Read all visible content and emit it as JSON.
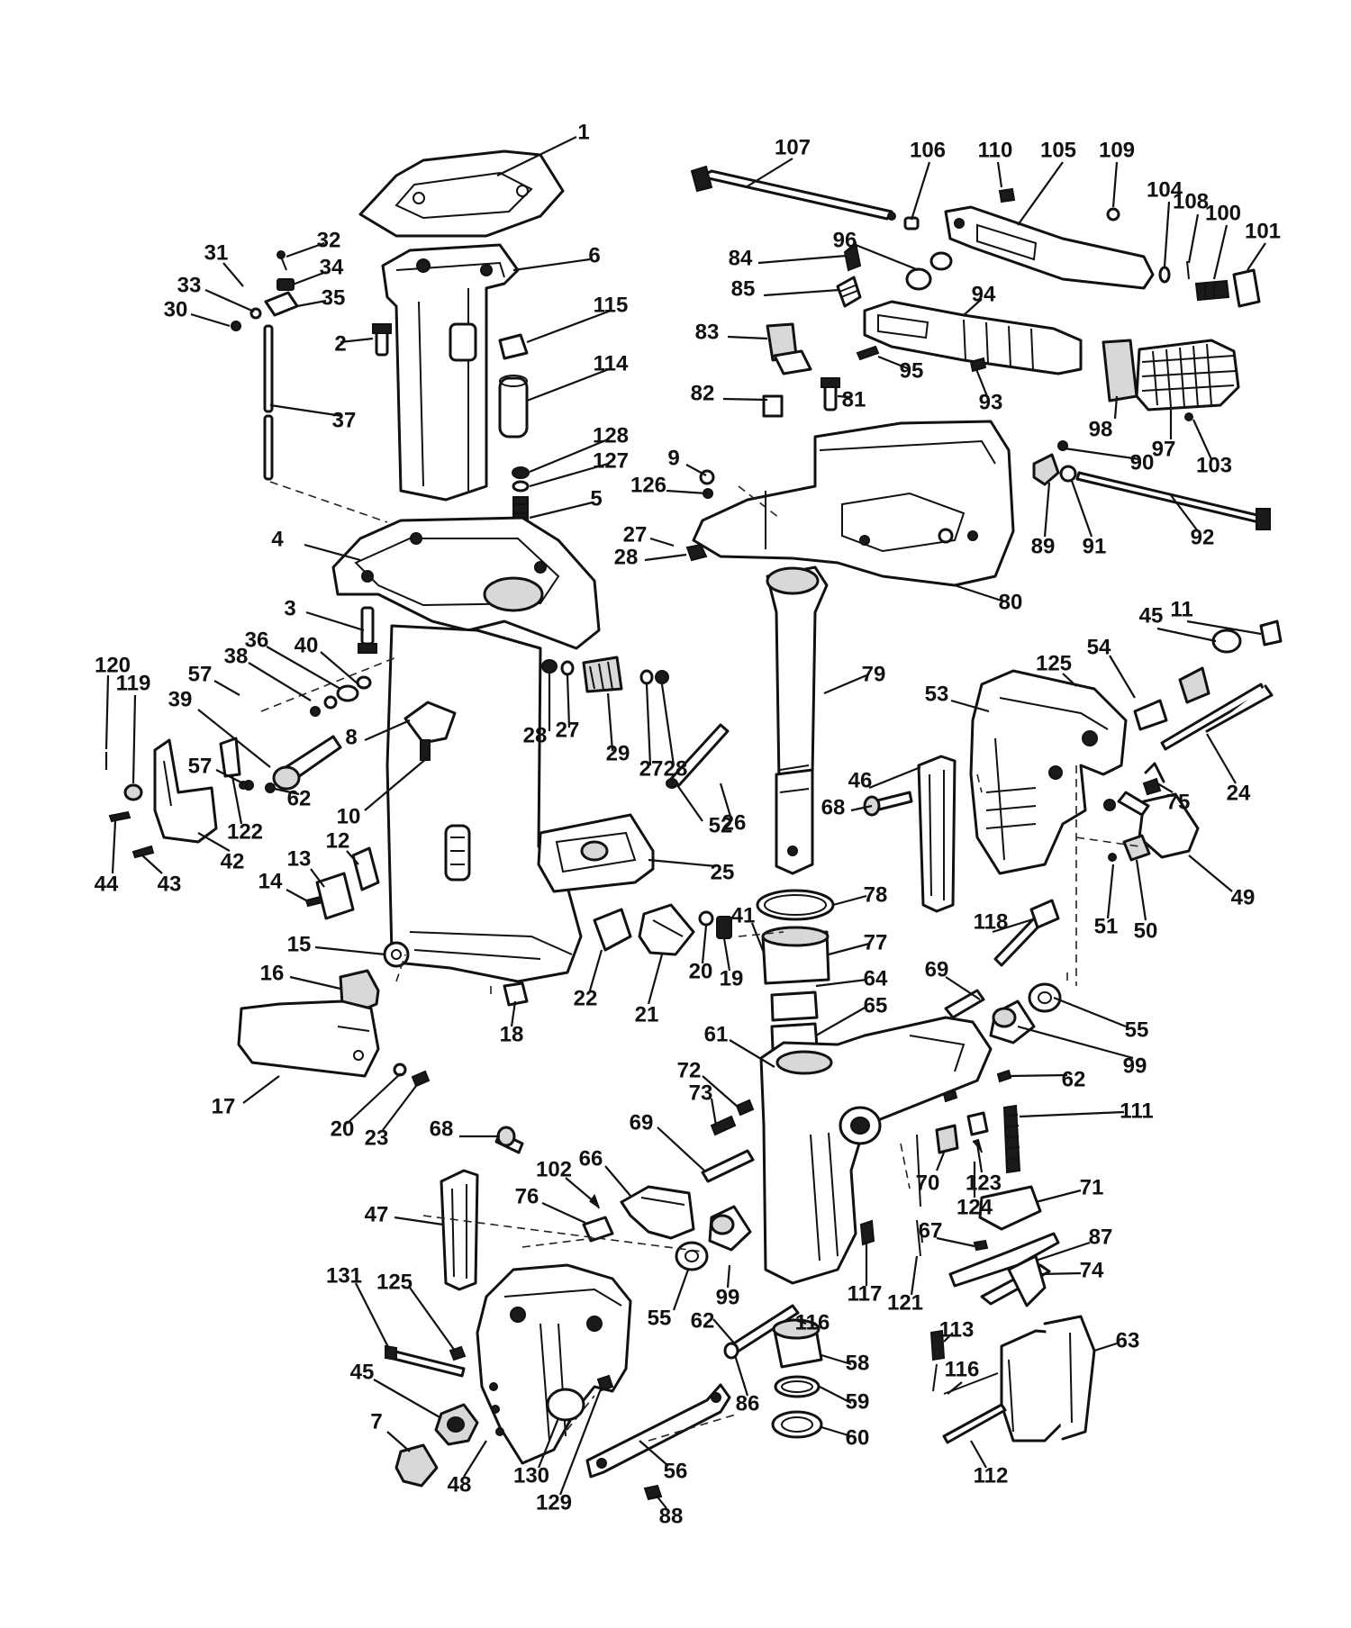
{
  "diagram": {
    "ink_color": "#111111",
    "paper_color": "#ffffff",
    "part_numbers": [
      "1",
      "2",
      "3",
      "4",
      "5",
      "6",
      "7",
      "8",
      "9",
      "10",
      "11",
      "12",
      "13",
      "14",
      "15",
      "16",
      "17",
      "18",
      "19",
      "20",
      "21",
      "22",
      "23",
      "24",
      "25",
      "26",
      "27",
      "28",
      "29",
      "30",
      "31",
      "32",
      "33",
      "34",
      "35",
      "36",
      "37",
      "38",
      "39",
      "40",
      "41",
      "42",
      "43",
      "44",
      "45",
      "46",
      "47",
      "48",
      "49",
      "50",
      "51",
      "52",
      "53",
      "54",
      "55",
      "56",
      "57",
      "58",
      "59",
      "60",
      "61",
      "62",
      "63",
      "64",
      "65",
      "66",
      "67",
      "68",
      "69",
      "70",
      "71",
      "72",
      "73",
      "74",
      "75",
      "76",
      "77",
      "78",
      "79",
      "80",
      "81",
      "82",
      "83",
      "84",
      "85",
      "86",
      "87",
      "88",
      "89",
      "90",
      "91",
      "92",
      "93",
      "94",
      "95",
      "96",
      "97",
      "98",
      "99",
      "100",
      "101",
      "102",
      "103",
      "104",
      "105",
      "106",
      "107",
      "108",
      "109",
      "110",
      "111",
      "112",
      "113",
      "114",
      "115",
      "116",
      "117",
      "118",
      "119",
      "120",
      "121",
      "122",
      "123",
      "124",
      "125",
      "126",
      "127",
      "128",
      "129",
      "130",
      "131"
    ],
    "labels": [
      {
        "text": "1"
      },
      {
        "text": "107"
      },
      {
        "text": "106"
      },
      {
        "text": "110"
      },
      {
        "text": "105"
      },
      {
        "text": "109"
      },
      {
        "text": "104"
      },
      {
        "text": "108"
      },
      {
        "text": "100"
      },
      {
        "text": "101"
      },
      {
        "text": "32"
      },
      {
        "text": "31"
      },
      {
        "text": "34"
      },
      {
        "text": "6"
      },
      {
        "text": "96"
      },
      {
        "text": "33"
      },
      {
        "text": "35"
      },
      {
        "text": "30"
      },
      {
        "text": "84"
      },
      {
        "text": "115"
      },
      {
        "text": "94"
      },
      {
        "text": "85"
      },
      {
        "text": "2"
      },
      {
        "text": "83"
      },
      {
        "text": "95"
      },
      {
        "text": "114"
      },
      {
        "text": "82"
      },
      {
        "text": "81"
      },
      {
        "text": "93"
      },
      {
        "text": "98"
      },
      {
        "text": "37"
      },
      {
        "text": "97"
      },
      {
        "text": "128"
      },
      {
        "text": "103"
      },
      {
        "text": "127"
      },
      {
        "text": "9"
      },
      {
        "text": "90"
      },
      {
        "text": "126"
      },
      {
        "text": "5"
      },
      {
        "text": "27"
      },
      {
        "text": "89"
      },
      {
        "text": "91"
      },
      {
        "text": "92"
      },
      {
        "text": "28"
      },
      {
        "text": "4"
      },
      {
        "text": "80"
      },
      {
        "text": "11"
      },
      {
        "text": "45"
      },
      {
        "text": "3"
      },
      {
        "text": "54"
      },
      {
        "text": "79"
      },
      {
        "text": "36"
      },
      {
        "text": "125"
      },
      {
        "text": "38"
      },
      {
        "text": "40"
      },
      {
        "text": "120"
      },
      {
        "text": "57"
      },
      {
        "text": "53"
      },
      {
        "text": "119"
      },
      {
        "text": "39"
      },
      {
        "text": "28"
      },
      {
        "text": "27"
      },
      {
        "text": "8"
      },
      {
        "text": "29"
      },
      {
        "text": "27"
      },
      {
        "text": "28"
      },
      {
        "text": "24"
      },
      {
        "text": "46"
      },
      {
        "text": "57"
      },
      {
        "text": "62"
      },
      {
        "text": "68"
      },
      {
        "text": "75"
      },
      {
        "text": "10"
      },
      {
        "text": "26"
      },
      {
        "text": "122"
      },
      {
        "text": "52"
      },
      {
        "text": "42"
      },
      {
        "text": "12"
      },
      {
        "text": "25"
      },
      {
        "text": "13"
      },
      {
        "text": "49"
      },
      {
        "text": "44"
      },
      {
        "text": "43"
      },
      {
        "text": "14"
      },
      {
        "text": "78"
      },
      {
        "text": "41"
      },
      {
        "text": "51"
      },
      {
        "text": "50"
      },
      {
        "text": "15"
      },
      {
        "text": "77"
      },
      {
        "text": "118"
      },
      {
        "text": "20"
      },
      {
        "text": "19"
      },
      {
        "text": "16"
      },
      {
        "text": "22"
      },
      {
        "text": "69"
      },
      {
        "text": "64"
      },
      {
        "text": "21"
      },
      {
        "text": "65"
      },
      {
        "text": "55"
      },
      {
        "text": "18"
      },
      {
        "text": "61"
      },
      {
        "text": "99"
      },
      {
        "text": "62"
      },
      {
        "text": "72"
      },
      {
        "text": "17"
      },
      {
        "text": "20"
      },
      {
        "text": "23"
      },
      {
        "text": "73"
      },
      {
        "text": "111"
      },
      {
        "text": "68"
      },
      {
        "text": "69"
      },
      {
        "text": "70"
      },
      {
        "text": "123"
      },
      {
        "text": "124"
      },
      {
        "text": "102"
      },
      {
        "text": "66"
      },
      {
        "text": "71"
      },
      {
        "text": "76"
      },
      {
        "text": "47"
      },
      {
        "text": "67"
      },
      {
        "text": "87"
      },
      {
        "text": "99"
      },
      {
        "text": "74"
      },
      {
        "text": "117"
      },
      {
        "text": "121"
      },
      {
        "text": "131"
      },
      {
        "text": "125"
      },
      {
        "text": "55"
      },
      {
        "text": "62"
      },
      {
        "text": "116"
      },
      {
        "text": "113"
      },
      {
        "text": "63"
      },
      {
        "text": "58"
      },
      {
        "text": "45"
      },
      {
        "text": "116"
      },
      {
        "text": "59"
      },
      {
        "text": "86"
      },
      {
        "text": "60"
      },
      {
        "text": "7"
      },
      {
        "text": "112"
      },
      {
        "text": "48"
      },
      {
        "text": "130"
      },
      {
        "text": "56"
      },
      {
        "text": "129"
      },
      {
        "text": "88"
      }
    ]
  }
}
